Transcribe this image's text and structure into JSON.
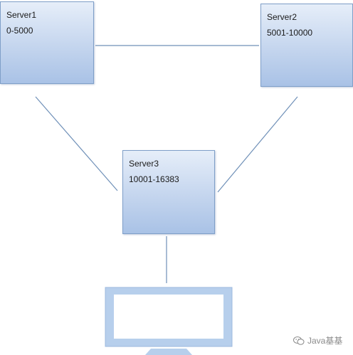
{
  "servers": [
    {
      "name": "Server1",
      "range": "0-5000"
    },
    {
      "name": "Server2",
      "range": "5001-10000"
    },
    {
      "name": "Server3",
      "range": "10001-16383"
    }
  ],
  "client": {
    "icon": "monitor-icon"
  },
  "watermark": {
    "text": "Java基基",
    "icon": "wechat-icon"
  },
  "colors": {
    "box_border": "#7f9fc8",
    "box_fill_top": "#e6eef9",
    "box_fill_bottom": "#a9c2e6",
    "link": "#6f90b8",
    "monitor": "#b7cfec"
  }
}
